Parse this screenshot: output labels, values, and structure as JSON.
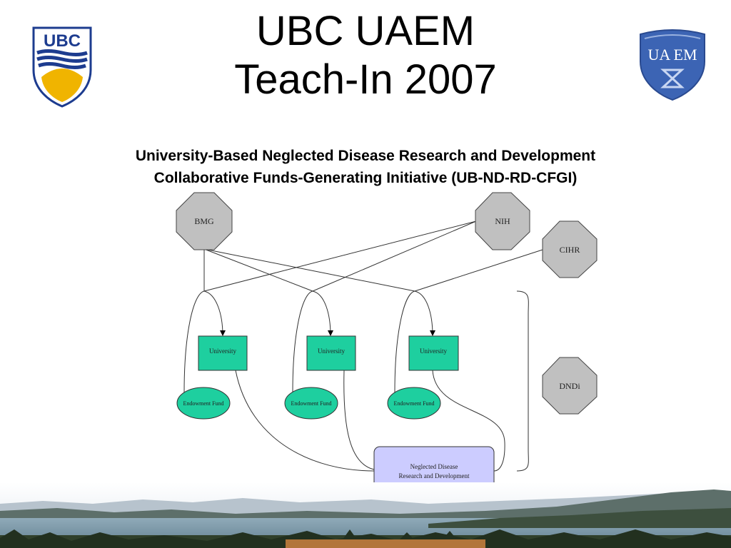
{
  "slide": {
    "title_line1": "UBC UAEM",
    "title_line2": "Teach-In 2007",
    "subtitle_line1": "University-Based Neglected Disease Research and Development",
    "subtitle_line2": "Collaborative Funds-Generating Initiative (UB-ND-RD-CFGI)"
  },
  "logos": {
    "ubc_text": "UBC",
    "uaem_text": "UA EM"
  },
  "diagram": {
    "funders": [
      {
        "id": "bmg",
        "label": "BMG"
      },
      {
        "id": "nih",
        "label": "NIH"
      },
      {
        "id": "cihr",
        "label": "CIHR"
      }
    ],
    "universities": [
      {
        "label": "University"
      },
      {
        "label": "University"
      },
      {
        "label": "University"
      }
    ],
    "endowment_funds": [
      {
        "label": "Endowment Fund"
      },
      {
        "label": "Endowment Fund"
      },
      {
        "label": "Endowment Fund"
      }
    ],
    "dndi": {
      "label": "DNDi"
    },
    "ndrd": {
      "line1": "Neglected Disease",
      "line2": "Research and Development"
    }
  },
  "colors": {
    "octagon_fill": "#c0c0c0",
    "university_fill": "#1ecf9f",
    "ndrd_fill": "#ccccff",
    "ubc_blue": "#1d3c8f",
    "ubc_gold": "#f0b400",
    "uaem_blue": "#3c64b4"
  }
}
